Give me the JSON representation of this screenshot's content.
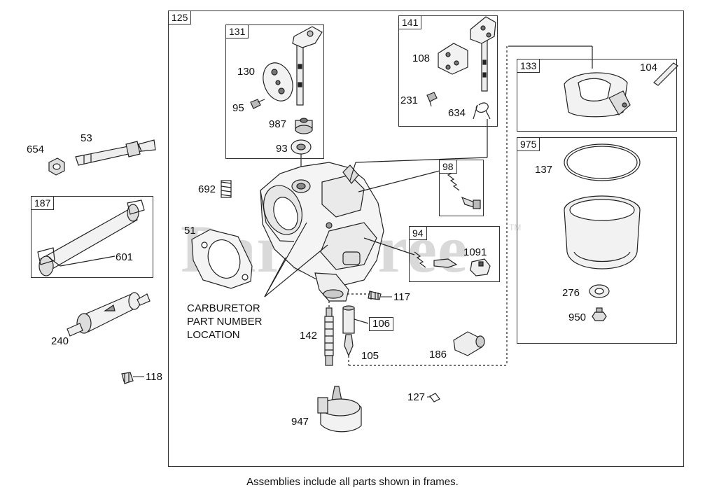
{
  "watermark": {
    "text": "PartsTree",
    "tm": "TM"
  },
  "footer_note": "Assemblies include all parts shown in frames.",
  "carburetor_note": {
    "line1": "CARBURETOR",
    "line2": "PART NUMBER",
    "line3": "LOCATION"
  },
  "frames": {
    "f125": "125",
    "f131": "131",
    "f141": "141",
    "f133": "133",
    "f975": "975",
    "f98": "98",
    "f94": "94",
    "f187": "187",
    "f106": "106"
  },
  "parts": {
    "p130": "130",
    "p95": "95",
    "p987": "987",
    "p93": "93",
    "p108": "108",
    "p231": "231",
    "p634": "634",
    "p104": "104",
    "p137": "137",
    "p276": "276",
    "p950": "950",
    "p692": "692",
    "p51": "51",
    "p1091": "1091",
    "p117": "117",
    "p142": "142",
    "p105": "105",
    "p186": "186",
    "p127": "127",
    "p947": "947",
    "p53": "53",
    "p654": "654",
    "p601": "601",
    "p240": "240",
    "p118": "118"
  },
  "colors": {
    "line": "#222222",
    "frame": "#333333",
    "watermark": "#d9d9d9",
    "part_fill": "#f2f2f2",
    "part_shade": "#bdbdbd"
  }
}
